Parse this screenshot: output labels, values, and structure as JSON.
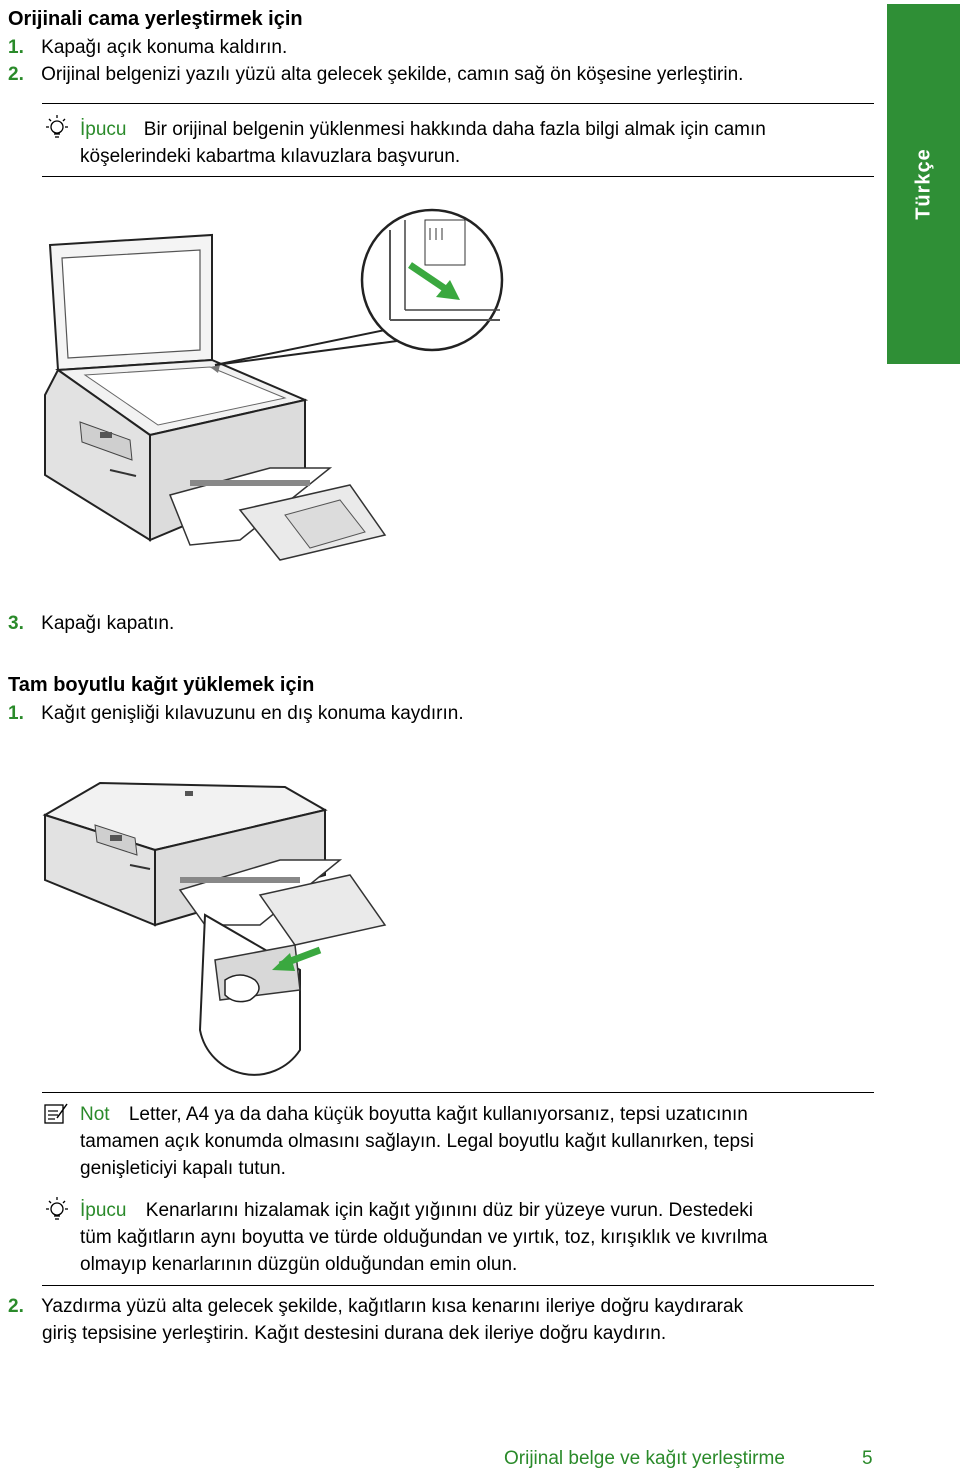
{
  "side_tab": {
    "label": "Türkçe"
  },
  "section1": {
    "heading": "Orijinali cama yerleştirmek için",
    "steps": [
      {
        "num": "1.",
        "text": "Kapağı açık konuma kaldırın."
      },
      {
        "num": "2.",
        "text": "Orijinal belgenizi yazılı yüzü alta gelecek şekilde, camın sağ ön köşesine yerleştirin."
      }
    ],
    "tip": {
      "label": "İpucu",
      "line1": "Bir orijinal belgenin yüklenmesi hakkında daha fazla bilgi almak için camın",
      "line2": "köşelerindeki kabartma kılavuzlara başvurun."
    },
    "step3": {
      "num": "3.",
      "text": "Kapağı kapatın."
    }
  },
  "section2": {
    "heading": "Tam boyutlu kağıt yüklemek için",
    "step1": {
      "num": "1.",
      "text": "Kağıt genişliği kılavuzunu en dış konuma kaydırın."
    },
    "note": {
      "label": "Not",
      "line1": "Letter, A4 ya da daha küçük boyutta kağıt kullanıyorsanız, tepsi uzatıcının",
      "line2": "tamamen açık konumda olmasını sağlayın. Legal boyutlu kağıt kullanırken, tepsi",
      "line3": "genişleticiyi kapalı tutun."
    },
    "tip": {
      "label": "İpucu",
      "line1": "Kenarlarını hizalamak için kağıt yığınını düz bir yüzeye vurun. Destedeki",
      "line2": "tüm kağıtların aynı boyutta ve türde olduğundan ve yırtık, toz, kırışıklık ve kıvrılma",
      "line3": "olmayıp kenarlarının düzgün olduğundan emin olun."
    },
    "step2": {
      "num": "2.",
      "line1": "Yazdırma yüzü alta gelecek şekilde, kağıtların kısa kenarını ileriye doğru kaydırarak",
      "line2": "giriş tepsisine yerleştirin. Kağıt destesini durana dek ileriye doğru kaydırın."
    }
  },
  "footer": {
    "title": "Orijinal belge ve kağıt yerleştirme",
    "page": "5"
  },
  "colors": {
    "accent": "#2f8f36",
    "text": "#000000",
    "arrow": "#3aa83f"
  }
}
